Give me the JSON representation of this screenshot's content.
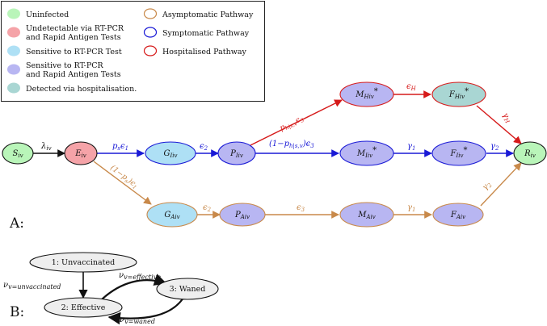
{
  "legend": {
    "items": [
      {
        "label": "Uninfected",
        "fill": "#b9f5b9",
        "stroke": "#b9f5b9"
      },
      {
        "label": "Undetectable via RT-PCR",
        "label2": "and Rapid Antigen Tests",
        "fill": "#f5a3a8",
        "stroke": "#f5a3a8"
      },
      {
        "label": "Sensitive to RT-PCR Test",
        "fill": "#aee0f5",
        "stroke": "#aee0f5"
      },
      {
        "label": "Sensitive to RT-PCR",
        "label2": "and Rapid Antigen Tests",
        "fill": "#b8b6f2",
        "stroke": "#b8b6f2"
      },
      {
        "label": "Detected via hospitalisation.",
        "fill": "#a9d6d3",
        "stroke": "#a9d6d3"
      },
      {
        "label": "Asymptomatic Pathway",
        "fill": "#ffffff",
        "stroke": "#c8894a"
      },
      {
        "label": "Symptomatic Pathway",
        "fill": "#ffffff",
        "stroke": "#1a1ad6"
      },
      {
        "label": "Hospitalised Pathway",
        "fill": "#ffffff",
        "stroke": "#d61a1a"
      }
    ]
  },
  "colors": {
    "asymptomatic": "#c8894a",
    "symptomatic": "#1a1ad6",
    "hospitalised": "#d61a1a",
    "black": "#111111",
    "uninfected": "#b9f5b9",
    "undetectable": "#f5a3a8",
    "rtpcr": "#aee0f5",
    "rtpcr_rapid": "#b8b6f2",
    "hospital_detected": "#a9d6d3",
    "vaccine_node": "#eeeeee"
  },
  "panel_a": {
    "label": "A:",
    "nodes": {
      "S": {
        "base": "S",
        "sub": "iv",
        "sup": ""
      },
      "E": {
        "base": "E",
        "sub": "iv",
        "sup": ""
      },
      "G_I": {
        "base": "G",
        "sub": "Iiv",
        "sup": ""
      },
      "P_I": {
        "base": "P",
        "sub": "Iiv",
        "sup": ""
      },
      "M_H": {
        "base": "M",
        "sub": "Hiv",
        "sup": "*"
      },
      "F_H": {
        "base": "F",
        "sub": "Hiv",
        "sup": "*"
      },
      "M_I": {
        "base": "M",
        "sub": "Iiv",
        "sup": "*"
      },
      "F_I": {
        "base": "F",
        "sub": "Iiv",
        "sup": "*"
      },
      "R": {
        "base": "R",
        "sub": "iv",
        "sup": ""
      },
      "G_A": {
        "base": "G",
        "sub": "Aiv",
        "sup": ""
      },
      "P_A": {
        "base": "P",
        "sub": "Aiv",
        "sup": ""
      },
      "M_A": {
        "base": "M",
        "sub": "Aiv",
        "sup": ""
      },
      "F_A": {
        "base": "F",
        "sub": "Aiv",
        "sup": ""
      }
    },
    "edge_labels": {
      "S_E": "λ",
      "S_E_sub": "iv",
      "E_GI": "p",
      "E_GI_sub": "s",
      "E_GI_tail": "ϵ",
      "E_GI_tail_sub": "1",
      "GI_PI": "ϵ",
      "GI_PI_sub": "2",
      "PI_MH": "p",
      "PI_MH_sub": "h|s,v",
      "PI_MH_tail": "ϵ",
      "PI_MH_tail_sub": "3",
      "MH_FH": "ϵ",
      "MH_FH_sub": "H",
      "FH_R": "γ",
      "FH_R_sub": "H",
      "PI_MI": "(1−p",
      "PI_MI_sub": "h|s,v",
      "PI_MI_tail": ")ϵ",
      "PI_MI_tail_sub": "3",
      "MI_FI": "γ",
      "MI_FI_sub": "1",
      "FI_R": "γ",
      "FI_R_sub": "2",
      "E_GA": "(1−p",
      "E_GA_sub": "s",
      "E_GA_tail": ")ϵ",
      "E_GA_tail_sub": "1",
      "GA_PA": "ϵ",
      "GA_PA_sub": "2",
      "PA_MA": "ϵ",
      "PA_MA_sub": "3",
      "MA_FA": "γ",
      "MA_FA_sub": "1",
      "FA_R": "γ",
      "FA_R_sub": "2"
    }
  },
  "panel_b": {
    "label": "B:",
    "nodes": {
      "unvaccinated": "1: Unvaccinated",
      "effective": "2: Effective",
      "waned": "3: Waned"
    },
    "edge_labels": {
      "unvac_eff": "ν",
      "unvac_eff_sub": "v=unvaccinated",
      "eff_waned": "ν",
      "eff_waned_sub": "v=effective",
      "waned_eff": "ν",
      "waned_eff_sub": "v=waned"
    }
  }
}
